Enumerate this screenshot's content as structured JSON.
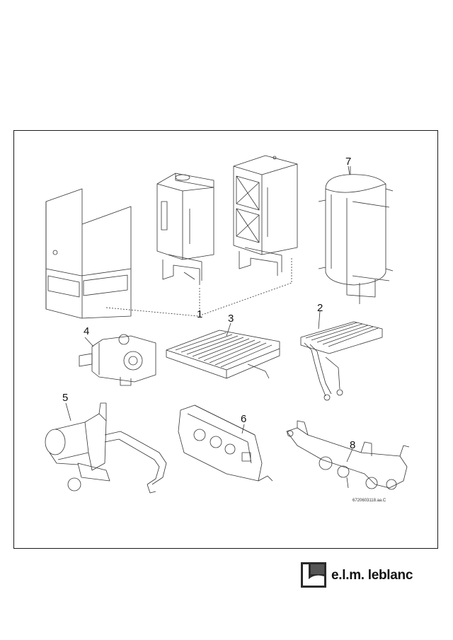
{
  "diagram": {
    "labels": [
      {
        "id": "1",
        "text": "1"
      },
      {
        "id": "2",
        "text": "2"
      },
      {
        "id": "3",
        "text": "3"
      },
      {
        "id": "4",
        "text": "4"
      },
      {
        "id": "5",
        "text": "5"
      },
      {
        "id": "6",
        "text": "6"
      },
      {
        "id": "7",
        "text": "7"
      },
      {
        "id": "8",
        "text": "8"
      }
    ],
    "reference_code": "6720603118.aa.C"
  },
  "brand": {
    "name": "e.l.m. leblanc"
  },
  "colors": {
    "line": "#333333",
    "border": "#1a1a1a",
    "logo_dark": "#2a2a2a",
    "logo_light": "#ffffff"
  }
}
